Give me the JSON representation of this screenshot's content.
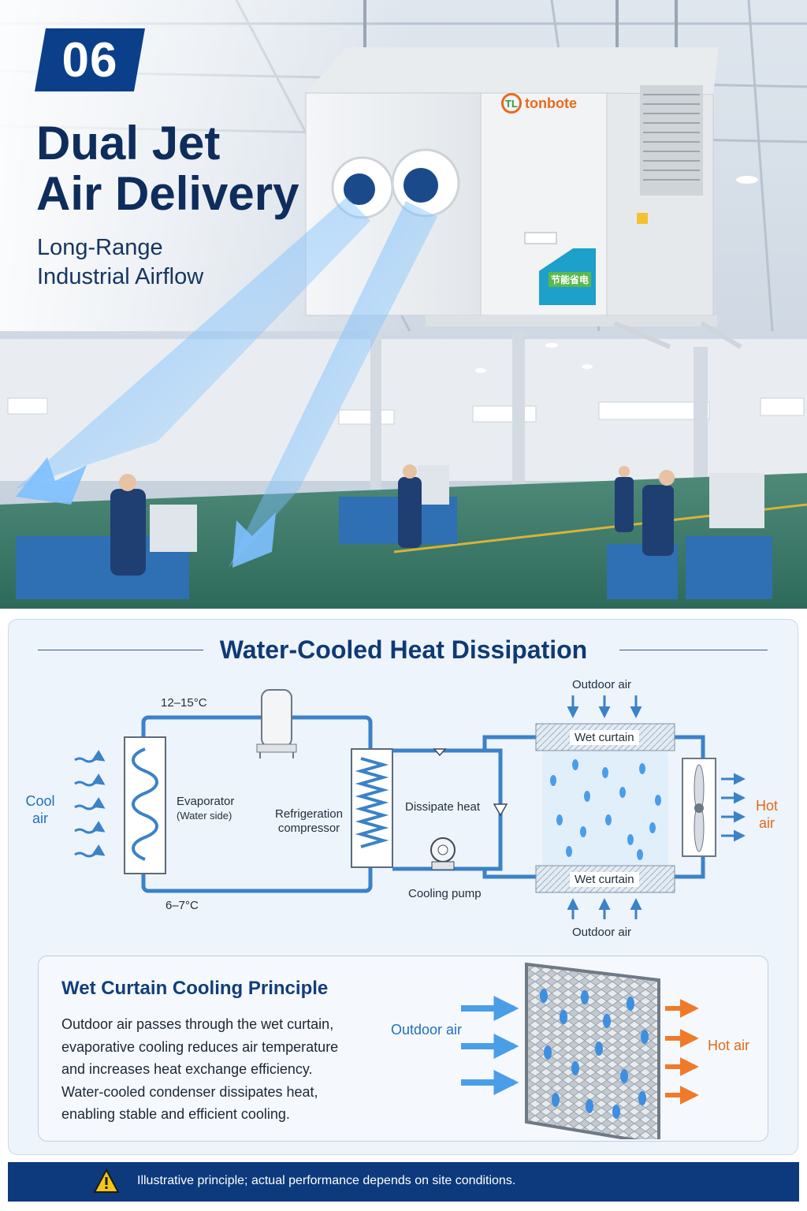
{
  "hero": {
    "number": "06",
    "title_lines": [
      "Dual Jet",
      "Air Delivery"
    ],
    "subtitle_lines": [
      "Long-Range",
      "Industrial Airflow"
    ],
    "brand": {
      "mark": "TL",
      "name": "tonbote"
    },
    "energy_label": "节能省电"
  },
  "diagram": {
    "title": "Water-Cooled Heat Dissipation",
    "temp_in": "12–15°C",
    "temp_out": "6–7°C",
    "cool_air": [
      "Cool",
      "air"
    ],
    "evaporator": [
      "Evaporator",
      "(Water side)"
    ],
    "compressor": [
      "Refrigeration",
      "compressor"
    ],
    "dissipate": "Dissipate heat",
    "pump": "Cooling pump",
    "wet_curtain": "Wet curtain",
    "outdoor_air": "Outdoor air",
    "hot_air": [
      "Hot",
      "air"
    ]
  },
  "principle": {
    "title": "Wet Curtain Cooling Principle",
    "lines": [
      "Outdoor air passes through the wet curtain,",
      "evaporative cooling reduces air temperature",
      "and increases heat exchange efficiency.",
      "Water-cooled condenser dissipates heat,",
      "enabling stable and efficient cooling."
    ],
    "outdoor_air": "Outdoor air",
    "hot_air": "Hot air"
  },
  "footer": {
    "note": "Illustrative principle; actual performance depends on site conditions."
  },
  "colors": {
    "navy": "#0b3f8a",
    "title": "#0f3a74",
    "pipe": "#3b82c8",
    "orange": "#e06a1a",
    "cool_blue": "#1f6fc0"
  }
}
